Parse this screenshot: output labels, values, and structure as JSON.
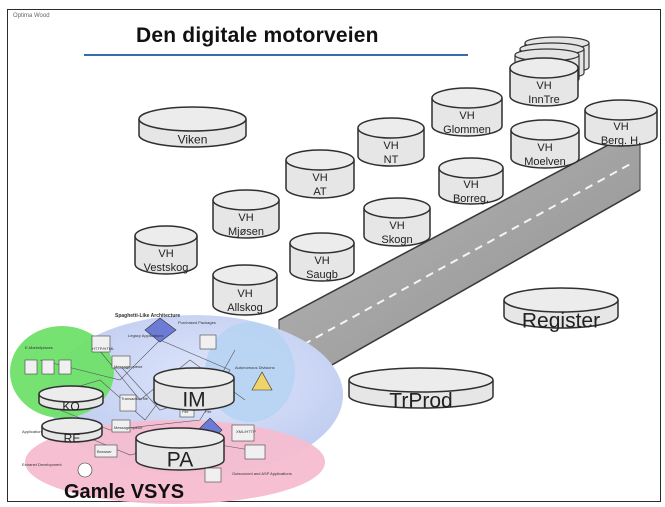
{
  "slide": {
    "corner_label": "Optima Wood",
    "title": "Den digitale motorveien"
  },
  "cylinders": [
    {
      "id": "viken",
      "lines": [
        "Viken"
      ]
    },
    {
      "id": "vh-vestskog",
      "lines": [
        "VH",
        "Vestskog"
      ]
    },
    {
      "id": "vh-mjosen",
      "lines": [
        "VH",
        "Mjøsen"
      ]
    },
    {
      "id": "vh-allskog",
      "lines": [
        "VH",
        "Allskog"
      ]
    },
    {
      "id": "vh-at",
      "lines": [
        "VH",
        "AT"
      ]
    },
    {
      "id": "vh-saugb",
      "lines": [
        "VH",
        "Saugb"
      ]
    },
    {
      "id": "vh-nt",
      "lines": [
        "VH",
        "NT"
      ]
    },
    {
      "id": "vh-skogn",
      "lines": [
        "VH",
        "Skogn"
      ]
    },
    {
      "id": "vh-glommen",
      "lines": [
        "VH",
        "Glommen"
      ]
    },
    {
      "id": "vh-borreg",
      "lines": [
        "VH",
        "Borreg."
      ]
    },
    {
      "id": "vh-inntre",
      "lines": [
        "VH",
        "InnTre"
      ]
    },
    {
      "id": "vh-moelven",
      "lines": [
        "VH",
        "Moelven"
      ]
    },
    {
      "id": "vh-berg",
      "lines": [
        "VH",
        "Berg. H."
      ]
    },
    {
      "id": "register",
      "lines": [
        "Register"
      ]
    },
    {
      "id": "trprod",
      "lines": [
        "TrProd"
      ]
    },
    {
      "id": "im",
      "lines": [
        "IM"
      ]
    },
    {
      "id": "ko",
      "lines": [
        "KO"
      ]
    },
    {
      "id": "re",
      "lines": [
        "RE"
      ]
    },
    {
      "id": "pa",
      "lines": [
        "PA"
      ]
    }
  ],
  "legacy": {
    "architecture_title": "Spaghetti-Like Architecture",
    "label": "Gamle VSYS",
    "small_labels": [
      "E-Marketplaces",
      "Legacy Applications",
      "Purchased Packages",
      "Autonomous Divisions",
      "Applications Trading Hens",
      "Extranet Development",
      "HTTP/HTML",
      "Message queue",
      "Transaction file",
      "Message queue",
      "Browser",
      "File",
      "File",
      "Outsourced and ASP Applications",
      "XML/HTTP"
    ]
  }
}
